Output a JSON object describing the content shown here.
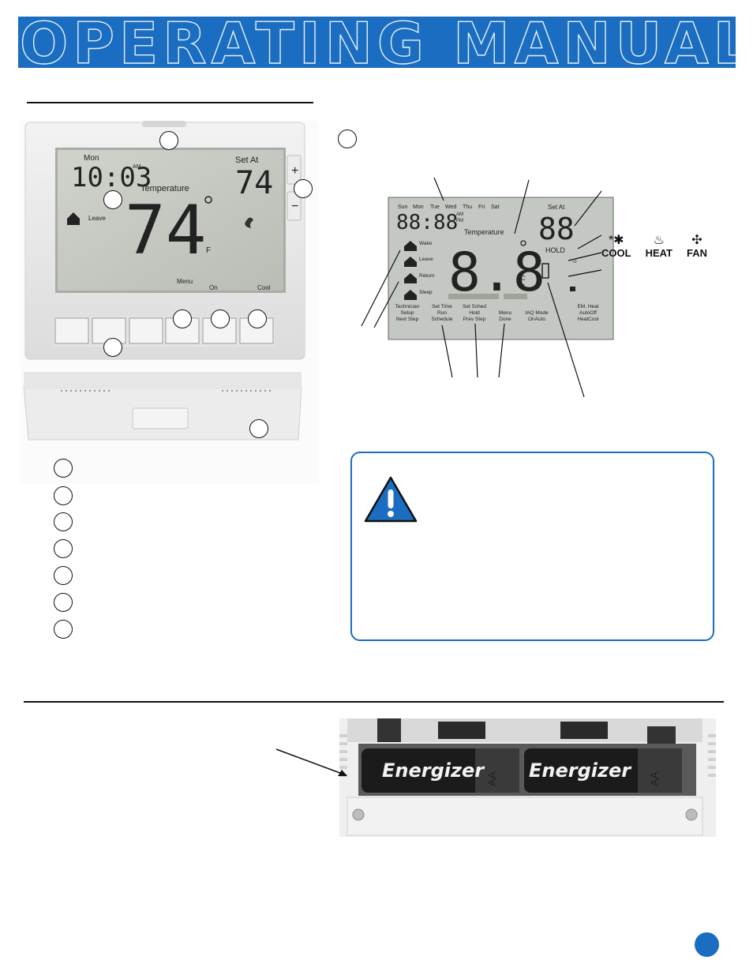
{
  "banner": {
    "title": "OPERATING MANUAL"
  },
  "thermostat_photo": {
    "day": "Mon",
    "time": "10:03",
    "ampm": "AM",
    "temperature_label": "Temperature",
    "temperature_value": "74",
    "degree_unit": "F",
    "set_at_label": "Set At",
    "set_at_value": "74",
    "period_label": "Leave",
    "menu_label": "Menu",
    "fan_label": "On",
    "mode_label": "Cool",
    "plus": "+",
    "minus": "−"
  },
  "lcd": {
    "days": [
      "Sun",
      "Mon",
      "Tue",
      "Wed",
      "Thu",
      "Fri",
      "Sat"
    ],
    "time": "88:88",
    "am": "AM",
    "pm": "PM",
    "temperature_label": "Temperature",
    "temperature_value": "8.8",
    "deg_c": "C",
    "deg_f": "F",
    "set_at_label": "Set At",
    "set_at_value": "88",
    "hold": "HOLD",
    "periods": [
      "Wake",
      "Leave",
      "Return",
      "Sleep"
    ],
    "stage_mark": "+2",
    "button_labels": [
      [
        "Technician",
        "Setup",
        "Next Step"
      ],
      [
        "Set Time",
        "Run",
        "Schedule"
      ],
      [
        "Set Sched",
        "Hold",
        "Prev Step"
      ],
      [
        "Menu",
        "Done"
      ],
      [
        "IAQ Mode",
        "OnAuto"
      ],
      [
        "EM. Heat",
        "AutoOff",
        "HeatCool"
      ]
    ]
  },
  "modes": [
    {
      "label": "COOL",
      "icon": "snowflake-icon",
      "glyph": "*✱"
    },
    {
      "label": "HEAT",
      "icon": "flame-icon",
      "glyph": "♨"
    },
    {
      "label": "FAN",
      "icon": "fan-icon",
      "glyph": "✣"
    }
  ],
  "battery_photo": {
    "brand": "Energizer",
    "size": "AA"
  },
  "colors": {
    "accent": "#1a6dc0"
  }
}
